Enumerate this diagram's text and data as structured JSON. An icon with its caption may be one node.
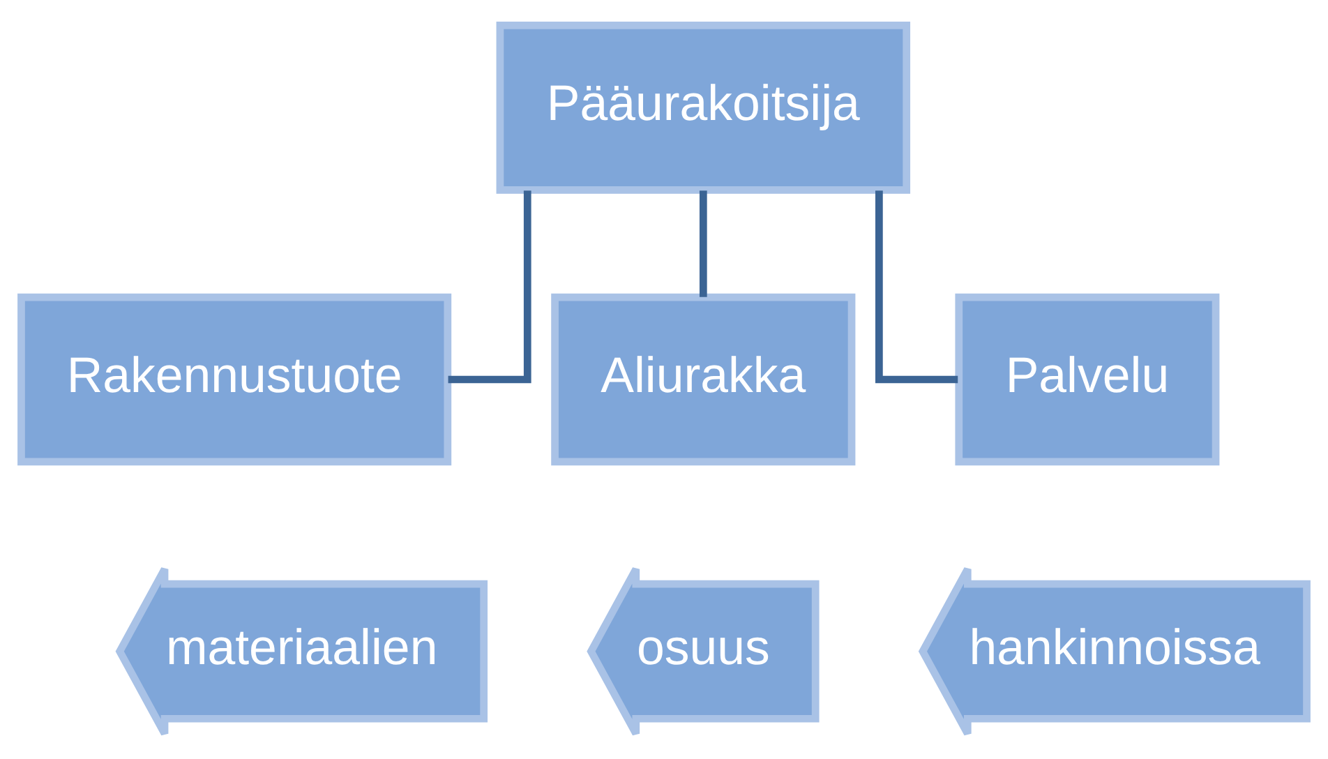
{
  "diagram": {
    "nodes": [
      {
        "text": [
          "Pääurakoitsija"
        ]
      },
      {
        "text": [
          "Rakennustuote"
        ]
      },
      {
        "text": [
          "Aliurakka"
        ]
      },
      {
        "text": [
          "Palvelu"
        ]
      },
      {
        "text": [
          "materiaalien"
        ]
      },
      {
        "text": [
          "osuus"
        ]
      },
      {
        "text": [
          "hankinnoissa"
        ]
      }
    ],
    "edges": [
      {
        "from": 0,
        "to": 1,
        "arrow": "none"
      },
      {
        "from": 0,
        "to": 2,
        "arrow": "none"
      },
      {
        "from": 0,
        "to": 3,
        "arrow": "none"
      }
    ]
  }
}
